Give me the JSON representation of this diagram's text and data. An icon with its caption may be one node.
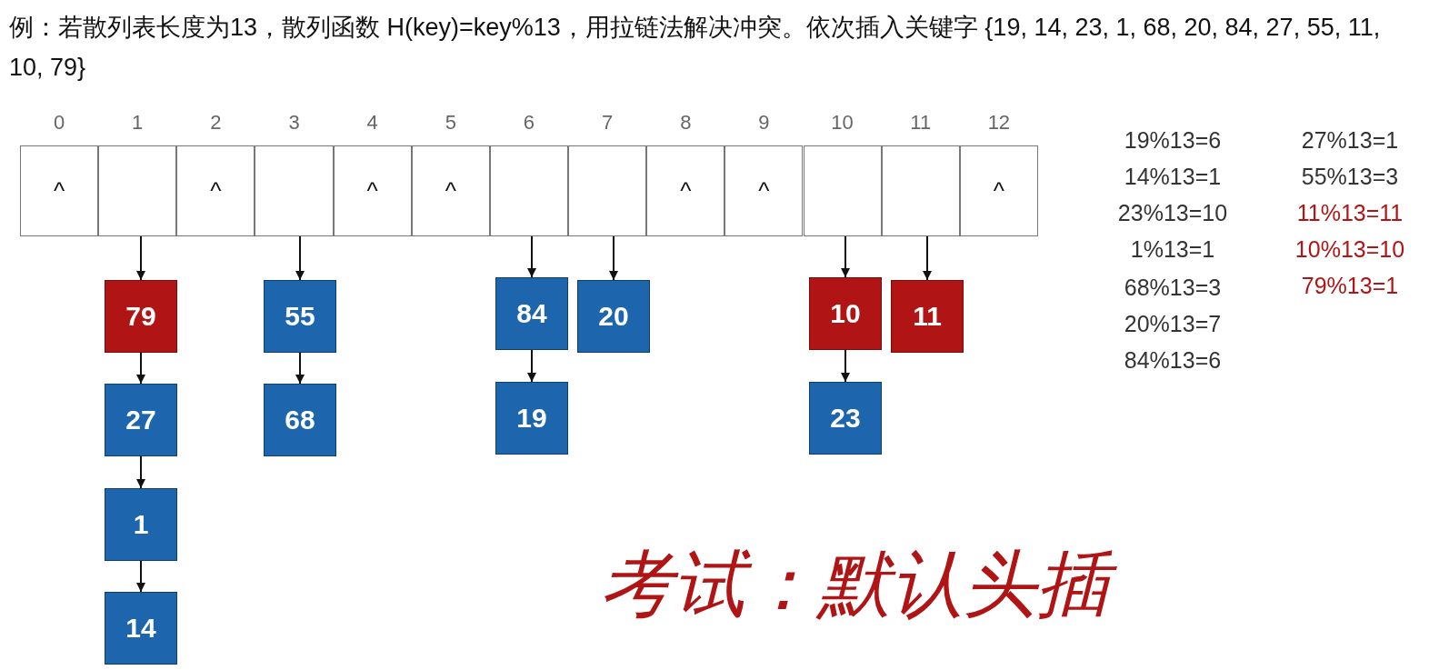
{
  "diagram": {
    "title": "例：若散列表长度为13，散列函数 H(key)=key%13，用拉链法解决冲突。依次插入关键字 {19, 14, 23, 1, 68, 20, 84, 27, 55, 11, 10, 79}",
    "nodes": [
      {
        "text": [
          "^"
        ],
        "beside": [
          "0"
        ]
      },
      {
        "text": [],
        "shape": "box",
        "beside": [
          "1"
        ]
      },
      {
        "text": [
          "^"
        ],
        "beside": [
          "2"
        ]
      },
      {
        "text": [],
        "shape": "box",
        "beside": [
          "3"
        ]
      },
      {
        "text": [
          "^"
        ],
        "beside": [
          "4"
        ]
      },
      {
        "text": [
          "^"
        ],
        "beside": [
          "5"
        ]
      },
      {
        "text": [],
        "shape": "box",
        "beside": [
          "6"
        ]
      },
      {
        "text": [],
        "shape": "box",
        "beside": [
          "7"
        ]
      },
      {
        "text": [
          "^"
        ],
        "beside": [
          "8"
        ]
      },
      {
        "text": [
          "^"
        ],
        "beside": [
          "9"
        ]
      },
      {
        "text": [],
        "shape": "box",
        "beside": [
          "10"
        ]
      },
      {
        "text": [],
        "shape": "box",
        "beside": [
          "11"
        ]
      },
      {
        "text": [
          "^"
        ],
        "beside": [
          "12"
        ]
      },
      {
        "text": [
          "79"
        ]
      },
      {
        "text": [
          "55"
        ]
      },
      {
        "text": [
          "84"
        ]
      },
      {
        "text": [
          "20"
        ]
      },
      {
        "text": [
          "10"
        ]
      },
      {
        "text": [
          "11"
        ]
      },
      {
        "text": [
          "27"
        ]
      },
      {
        "text": [
          "68"
        ]
      },
      {
        "text": [
          "19"
        ]
      },
      {
        "text": [
          "23"
        ]
      },
      {
        "text": [
          "1"
        ]
      },
      {
        "text": [
          "14"
        ]
      }
    ],
    "edges": [
      {
        "from": 1,
        "to": 13,
        "arrow": "to"
      },
      {
        "from": 13,
        "to": 19,
        "arrow": "to"
      },
      {
        "from": 19,
        "to": 23,
        "arrow": "to"
      },
      {
        "from": 23,
        "to": 24,
        "arrow": "to"
      },
      {
        "from": 3,
        "to": 14,
        "arrow": "to"
      },
      {
        "from": 14,
        "to": 20,
        "arrow": "to"
      },
      {
        "from": 6,
        "to": 15,
        "arrow": "to"
      },
      {
        "from": 15,
        "to": 21,
        "arrow": "to"
      },
      {
        "from": 7,
        "to": 16,
        "arrow": "to"
      },
      {
        "from": 10,
        "to": 17,
        "arrow": "to"
      },
      {
        "from": 17,
        "to": 22,
        "arrow": "to"
      },
      {
        "from": 11,
        "to": 18,
        "arrow": "to"
      }
    ],
    "labels": [
      "19%13=6",
      "14%13=1",
      "23%13=10",
      "1%13=1",
      "68%13=3",
      "20%13=7",
      "84%13=6",
      "27%13=1",
      "55%13=3",
      "11%13=11",
      "10%13=10",
      "79%13=1",
      "考试：默认头插"
    ]
  }
}
